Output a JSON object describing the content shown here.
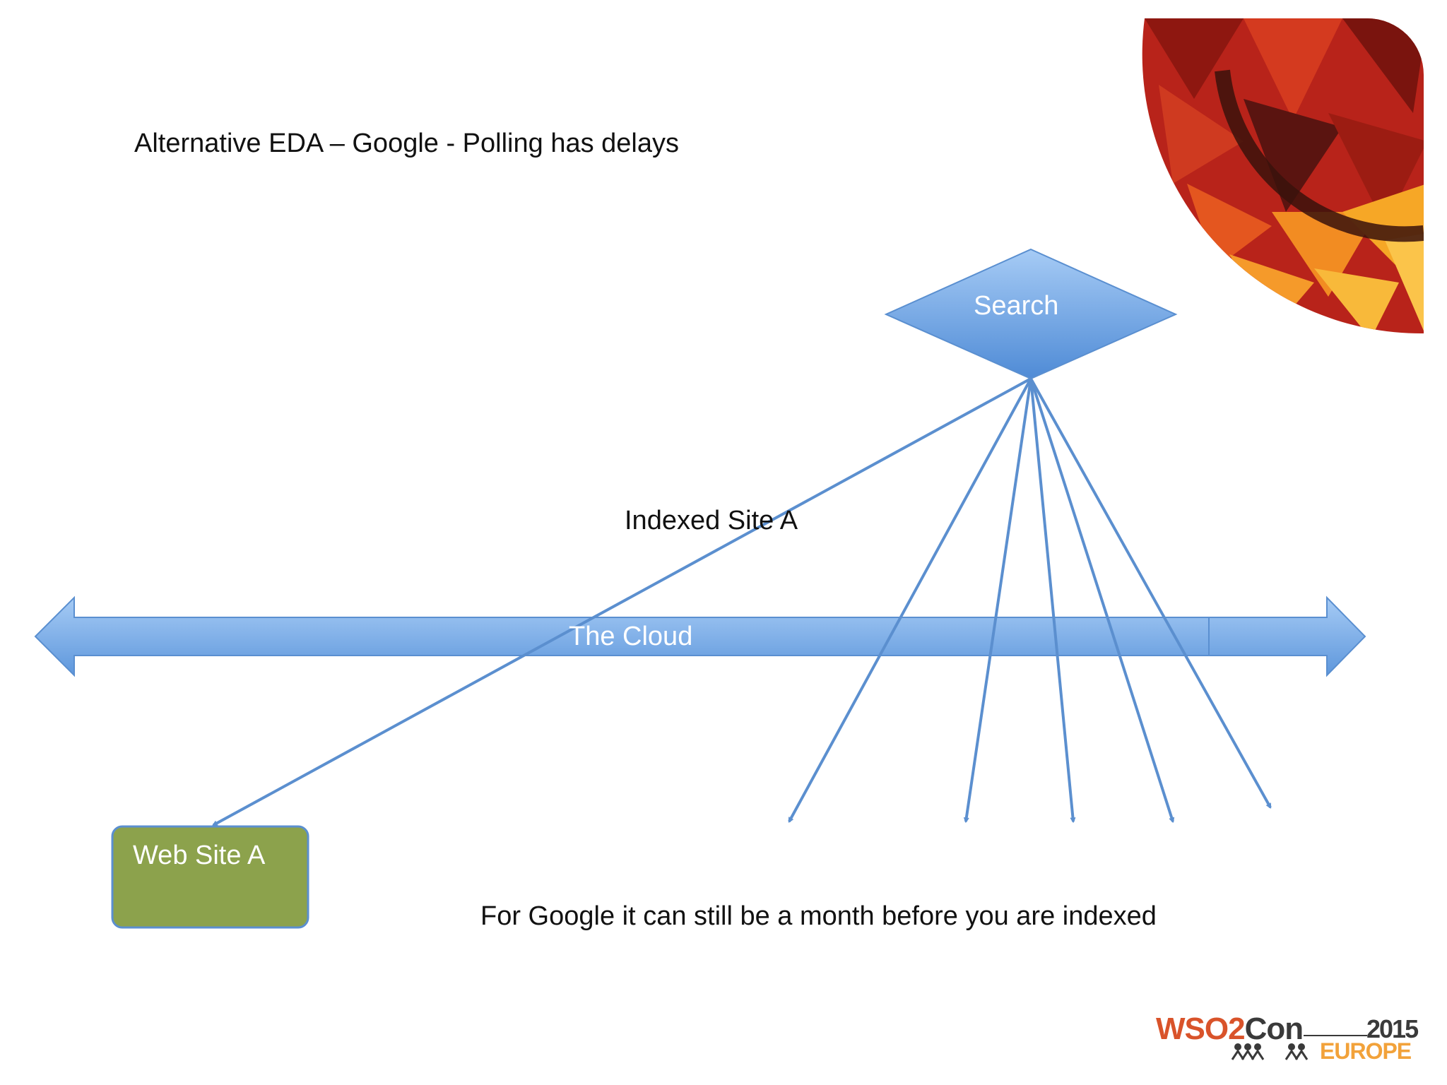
{
  "slide": {
    "title": "Alternative EDA – Google - Polling has delays",
    "indexed_label": "Indexed Site A",
    "footnote": "For Google it can still be a month before you are indexed"
  },
  "diagram": {
    "search_node": "Search",
    "cloud_bar": "The Cloud",
    "web_site_node": "Web Site A"
  },
  "logo": {
    "prefix": "WSO2",
    "suffix": "Con",
    "year": "2015",
    "region": "EUROPE"
  },
  "colors": {
    "shape_blue": "#6fa3e0",
    "shape_blue_light": "#9dc3f2",
    "arrow_line": "#5b8fcf",
    "web_site_green": "#8ca24c",
    "corner_red": "#c0281a",
    "corner_orange": "#f08a1e"
  }
}
